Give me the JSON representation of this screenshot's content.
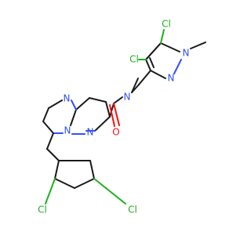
{
  "molecule": {
    "colors": {
      "bond": "#1a1a1a",
      "nitrogen": "#3050f8",
      "oxygen": "#ff0d0d",
      "chlorine": "#1fb01f",
      "background": "#ffffff"
    },
    "atom_labels": {
      "cl_pyrazole_4": "Cl",
      "cl_pyrazole_5": "Cl",
      "cl_phenyl_3": "Cl",
      "cl_phenyl_5": "Cl",
      "n_pyrazole_1": "N",
      "n_pyrazole_2": "N",
      "n_amide": "N",
      "o_carbonyl": "O",
      "n_pyrimidine_4": "N",
      "n_bridge": "N",
      "n_pyrazole_ring": "N"
    }
  }
}
